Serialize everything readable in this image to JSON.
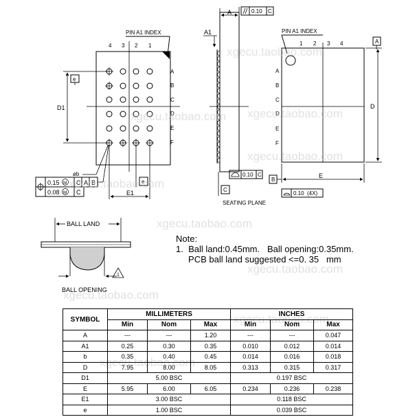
{
  "drawing": {
    "left_view": {
      "pin_index_label": "PIN A1 INDEX",
      "column_labels": [
        "4",
        "3",
        "2",
        "1"
      ],
      "row_labels": [
        "A",
        "B",
        "C",
        "D",
        "E",
        "F"
      ],
      "dim_e": "e",
      "dim_d1": "D1",
      "dim_ob": "øb",
      "dim_e1": "E1",
      "fcf_row1": [
        "0.15",
        "M",
        "C",
        "A",
        "B"
      ],
      "fcf_row2": [
        "0.08",
        "M",
        "C"
      ]
    },
    "side_view": {
      "dim_a": "A",
      "dim_a1": "A1",
      "parallelism_value": "0.10",
      "parallelism_datum": "C",
      "flatness_value": "0.10",
      "flatness_datum": "C",
      "datum_c": "C",
      "seating_plane": "SEATING PLANE"
    },
    "right_view": {
      "pin_index_label": "PIN A1 INDEX",
      "column_labels": [
        "1",
        "2",
        "3",
        "4"
      ],
      "row_labels": [
        "A",
        "B",
        "C",
        "D",
        "E",
        "F"
      ],
      "datum_a": "A",
      "datum_b": "B",
      "dim_d": "D",
      "dim_e": "E",
      "tolerance_value": "0.10",
      "tolerance_count": "(4X)"
    },
    "ball_detail": {
      "land_label": "BALL LAND",
      "opening_label": "BALL OPENING",
      "note_flag": "1"
    }
  },
  "note": {
    "heading": "Note:",
    "line1": "1.  Ball land:0.45mm.   Ball opening:0.35mm.",
    "line2": "     PCB ball land suggested <=0. 35   mm"
  },
  "watermarks": [
    "xgecu.taobao.com",
    "xgecu.taobao.com",
    "xgecu.taobao.com",
    "xgecu.taobao.com",
    "xgecu.taobao.com",
    "xgecu.taobao.com",
    "xgecu.taobao.com",
    "xgecu.taobao.com",
    "xgecu.taobao.com",
    "xgecu.taobao.com"
  ],
  "table": {
    "symbol_header": "SYMBOL",
    "mm_header": "MILLIMETERS",
    "in_header": "INCHES",
    "sub_headers": [
      "Min",
      "Nom",
      "Max",
      "Min",
      "Nom",
      "Max"
    ],
    "rows": [
      {
        "symbol": "A",
        "cells": [
          "---",
          "---",
          "1.20",
          "---",
          "---",
          "0.047"
        ]
      },
      {
        "symbol": "A1",
        "cells": [
          "0.25",
          "0.30",
          "0.35",
          "0.010",
          "0.012",
          "0.014"
        ]
      },
      {
        "symbol": "b",
        "cells": [
          "0.35",
          "0.40",
          "0.45",
          "0.014",
          "0.016",
          "0.018"
        ]
      },
      {
        "symbol": "D",
        "cells": [
          "7.95",
          "8.00",
          "8.05",
          "0.313",
          "0.315",
          "0.317"
        ]
      },
      {
        "symbol": "D1",
        "mm_bsc": "5.00 BSC",
        "in_bsc": "0.197 BSC"
      },
      {
        "symbol": "E",
        "cells": [
          "5.95",
          "6.00",
          "6.05",
          "0.234",
          "0.236",
          "0.238"
        ]
      },
      {
        "symbol": "E1",
        "mm_bsc": "3.00 BSC",
        "in_bsc": "0.118 BSC"
      },
      {
        "symbol": "e",
        "mm_bsc": "1.00 BSC",
        "in_bsc": "0.039 BSC"
      }
    ]
  }
}
